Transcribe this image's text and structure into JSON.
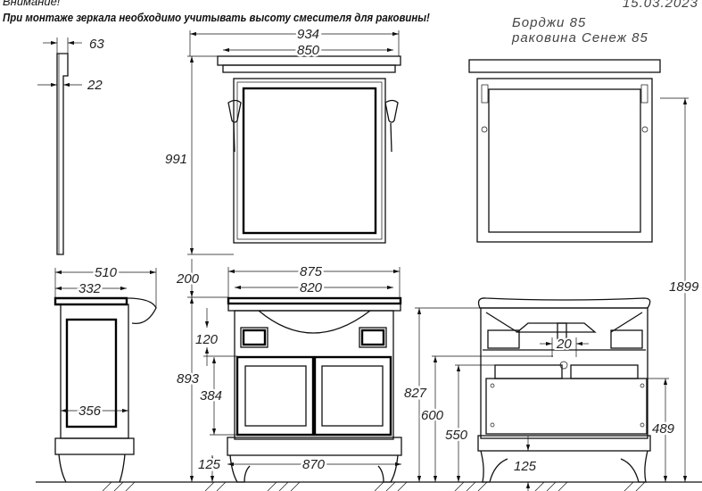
{
  "header": {
    "attention": "Внимание!",
    "warning": "При монтаже зеркала необходимо учитывать высоту смесителя для раковины!",
    "date": "15.03.2023",
    "model_line1": "Борджи 85",
    "model_line2": "раковина Сенеж 85"
  },
  "dimensions": {
    "mirror_depth_top": "63",
    "mirror_depth": "22",
    "mirror_width_outer": "934",
    "mirror_width_inner": "850",
    "mirror_height": "991",
    "total_height": "1899",
    "vanity_depth": "510",
    "sink_depth": "332",
    "side_body_depth": "356",
    "vanity_width_top": "875",
    "vanity_width_sink": "820",
    "gap_mirror_vanity": "200",
    "vanity_height": "893",
    "drawer_height": "120",
    "door_height": "384",
    "leg_height": "125",
    "plinth_width": "870",
    "counter_height": "827",
    "drain_height_600": "600",
    "drain_height_550": "550",
    "faucet_spacing": "20",
    "back_panel_height": "489",
    "back_leg_height": "125"
  }
}
